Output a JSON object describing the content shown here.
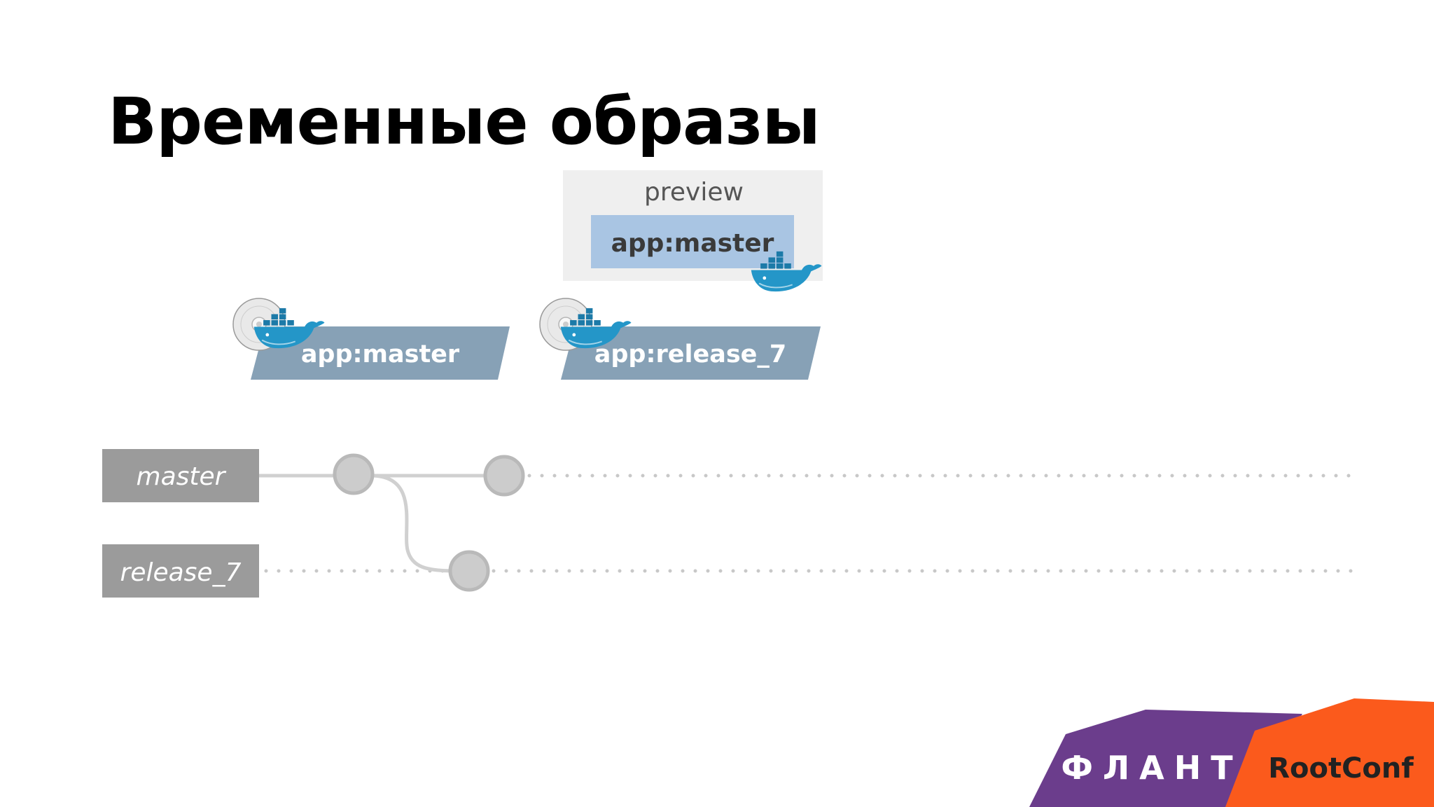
{
  "slide": {
    "title": "Временные образы"
  },
  "preview": {
    "label": "preview",
    "image_tag": "app:master"
  },
  "images": [
    {
      "tag": "app:master"
    },
    {
      "tag": "app:release_7"
    }
  ],
  "branches": [
    {
      "name": "master"
    },
    {
      "name": "release_7"
    }
  ],
  "logos": {
    "flant": "ФЛАНТ",
    "rootconf": "RootConf"
  },
  "colors": {
    "preview_bg": "#efefef",
    "preview_tag_bg": "#a9c5e3",
    "image_tag_bg": "#87a1b6",
    "branch_label_bg": "#9b9b9b",
    "commit_fill": "#cccccc",
    "commit_stroke": "#b9b9b9",
    "flant_purple": "#6b3d8c",
    "rootconf_orange": "#fb5a1c",
    "docker_blue": "#2496c8"
  }
}
